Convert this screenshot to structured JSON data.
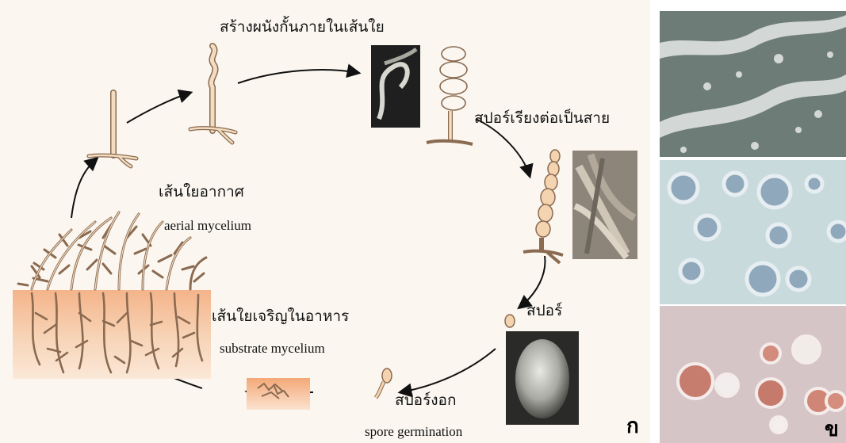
{
  "panel_a": {
    "letter": "ก",
    "labels": {
      "septa_formation": "สร้างผนังกั้นภายในเส้นใย",
      "spore_chain": "สปอร์เรียงต่อเป็นสาย",
      "spore": "สปอร์",
      "spore_germination_th": "สปอร์งอก",
      "spore_germination_en": "spore germination",
      "aerial_th": "เส้นใยอากาศ",
      "aerial_en": "aerial mycelium",
      "substrate_th": "เส้นใยเจริญในอาหาร",
      "substrate_en": "substrate mycelium"
    },
    "colors": {
      "hypha_fill": "#f3dcc0",
      "hypha_stroke": "#8a6a50",
      "medium_top": "#f6c9a6",
      "medium_bottom": "#e48a55",
      "arrow": "#111111"
    }
  },
  "panel_b": {
    "letter": "ข",
    "plates": [
      {
        "name": "grey-colonies",
        "bg": "#6f7d78",
        "colony": "#d7dcda"
      },
      {
        "name": "blue-white-colonies",
        "bg": "#c9d9dc",
        "colony": "#8fa6b8"
      },
      {
        "name": "pink-colonies",
        "bg": "#d9c8c8",
        "colony": "#c9786a"
      }
    ]
  }
}
